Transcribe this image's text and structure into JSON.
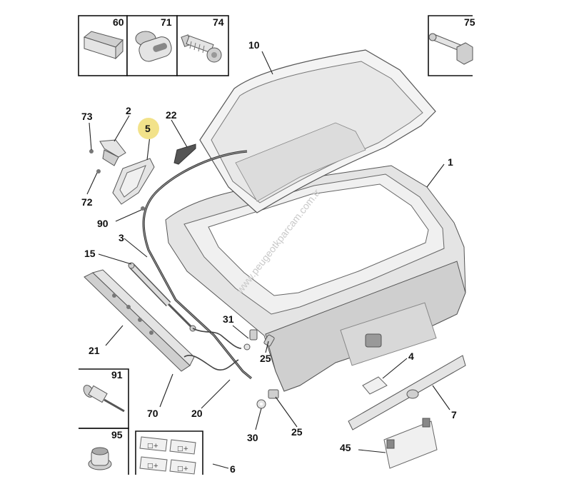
{
  "watermark": "www.peugeotkparcam.com.tr",
  "highlight_color": "#f2e28a",
  "callouts": [
    {
      "id": "1",
      "label": "1"
    },
    {
      "id": "2",
      "label": "2"
    },
    {
      "id": "3",
      "label": "3"
    },
    {
      "id": "4",
      "label": "4"
    },
    {
      "id": "5",
      "label": "5",
      "highlighted": true
    },
    {
      "id": "6",
      "label": "6"
    },
    {
      "id": "7",
      "label": "7"
    },
    {
      "id": "10",
      "label": "10"
    },
    {
      "id": "15",
      "label": "15"
    },
    {
      "id": "20",
      "label": "20"
    },
    {
      "id": "21",
      "label": "21"
    },
    {
      "id": "22",
      "label": "22"
    },
    {
      "id": "25a",
      "label": "25"
    },
    {
      "id": "25b",
      "label": "25"
    },
    {
      "id": "30",
      "label": "30"
    },
    {
      "id": "31",
      "label": "31"
    },
    {
      "id": "45",
      "label": "45"
    },
    {
      "id": "70",
      "label": "70"
    },
    {
      "id": "72",
      "label": "72"
    },
    {
      "id": "73",
      "label": "73"
    },
    {
      "id": "90",
      "label": "90"
    }
  ],
  "inset_boxes": [
    {
      "id": "60",
      "label": "60"
    },
    {
      "id": "71",
      "label": "71"
    },
    {
      "id": "74",
      "label": "74"
    },
    {
      "id": "75",
      "label": "75"
    },
    {
      "id": "91",
      "label": "91"
    },
    {
      "id": "95",
      "label": "95"
    }
  ]
}
